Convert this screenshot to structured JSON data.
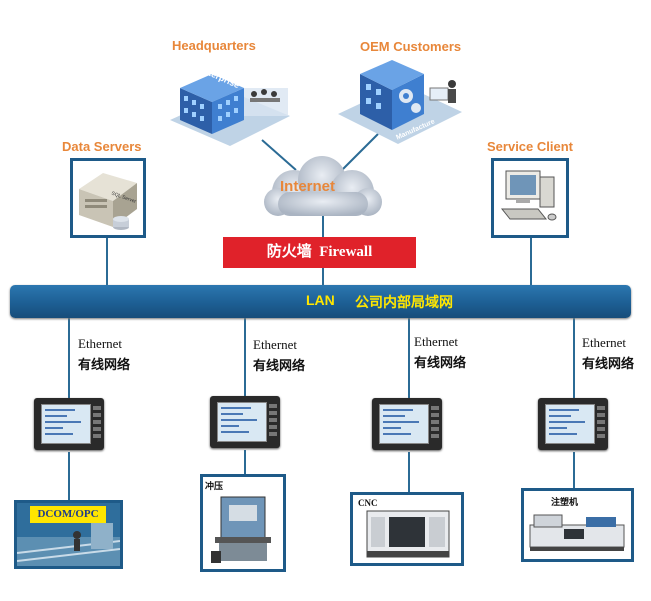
{
  "nodes": {
    "headquarters": "Headquarters",
    "oem_customers": "OEM Customers",
    "data_servers": "Data Servers",
    "service_client": "Service Client",
    "internet": "Internet",
    "firewall": "防火墙  Firewall",
    "lan_en": "LAN",
    "lan_cn": "公司内部局域网"
  },
  "building_signs": {
    "enterprise": "Enterprise",
    "manufacture": "Manufacture",
    "sql_server": "SQL Server"
  },
  "ethernet": [
    {
      "en": "Ethernet",
      "cn": "有线网络"
    },
    {
      "en": "Ethernet",
      "cn": "有线网络"
    },
    {
      "en": "Ethernet",
      "cn": "有线网络"
    },
    {
      "en": "Ethernet",
      "cn": "有线网络"
    }
  ],
  "machines": {
    "dcom": "DCOM/OPC",
    "press": "冲压",
    "cnc": "CNC",
    "injection": "注塑机"
  },
  "colors": {
    "accent_blue": "#1e5a88",
    "lan_bar": "#1d5f94",
    "firewall_red": "#e0222a",
    "label_orange": "#e8873a",
    "lan_text_yellow": "#ffe600"
  }
}
